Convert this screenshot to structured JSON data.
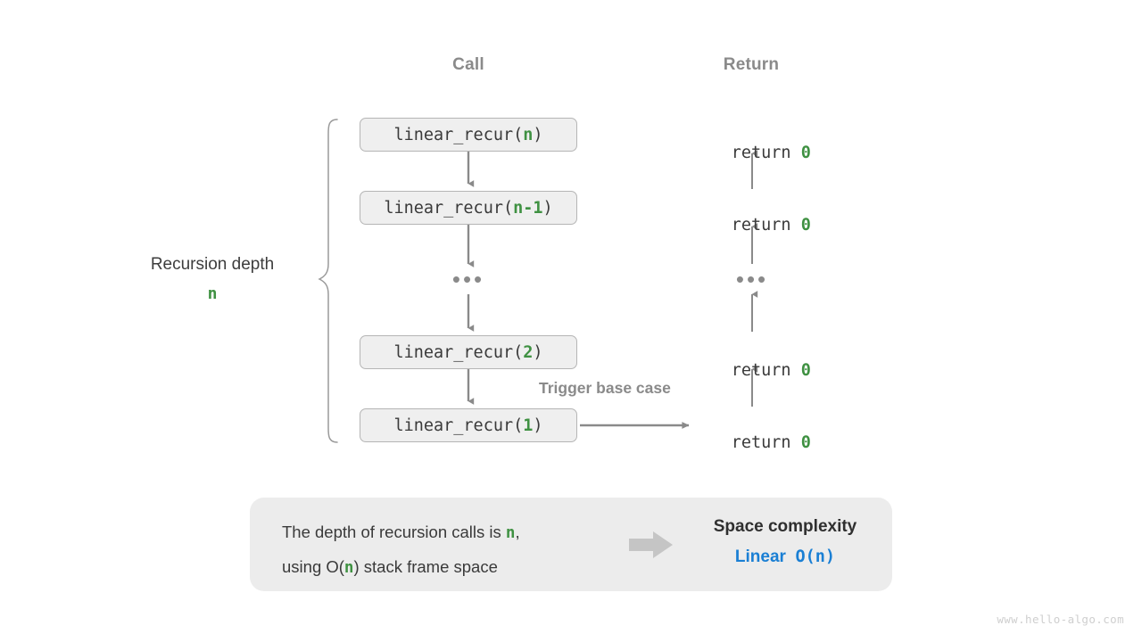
{
  "diagram": {
    "columns": {
      "call_heading": "Call",
      "return_heading": "Return"
    },
    "depth_bracket": {
      "label": "Recursion depth",
      "value": "n"
    },
    "call_frames": [
      {
        "prefix": "linear_recur(",
        "arg": "n",
        "suffix": ")"
      },
      {
        "prefix": "linear_recur(",
        "arg": "n-1",
        "suffix": ")"
      },
      {
        "prefix": "linear_recur(",
        "arg": "2",
        "suffix": ")"
      },
      {
        "prefix": "linear_recur(",
        "arg": "1",
        "suffix": ")"
      }
    ],
    "returns": [
      {
        "text": "return ",
        "value": "0"
      },
      {
        "text": "return ",
        "value": "0"
      },
      {
        "text": "return ",
        "value": "0"
      },
      {
        "text": "return ",
        "value": "0"
      }
    ],
    "ellipsis": "•••",
    "trigger_note": "Trigger base case"
  },
  "caption": {
    "line1_a": "The depth of recursion calls is ",
    "line1_var": "n",
    "line1_b": ",",
    "line2_a": "using O(",
    "line2_var": "n",
    "line2_b": ") stack frame space",
    "title": "Space complexity",
    "value_word": "Linear",
    "value_mono": "O(n)"
  },
  "watermark": "www.hello-algo.com",
  "colors": {
    "accent_green": "#3f9142",
    "accent_blue": "#1a7fd4",
    "gray_text": "#8a8a8a",
    "box_fill": "#efefef",
    "box_border": "#b5b5b5",
    "panel_fill": "#ececec",
    "arrow_gray": "#8a8a8a"
  }
}
